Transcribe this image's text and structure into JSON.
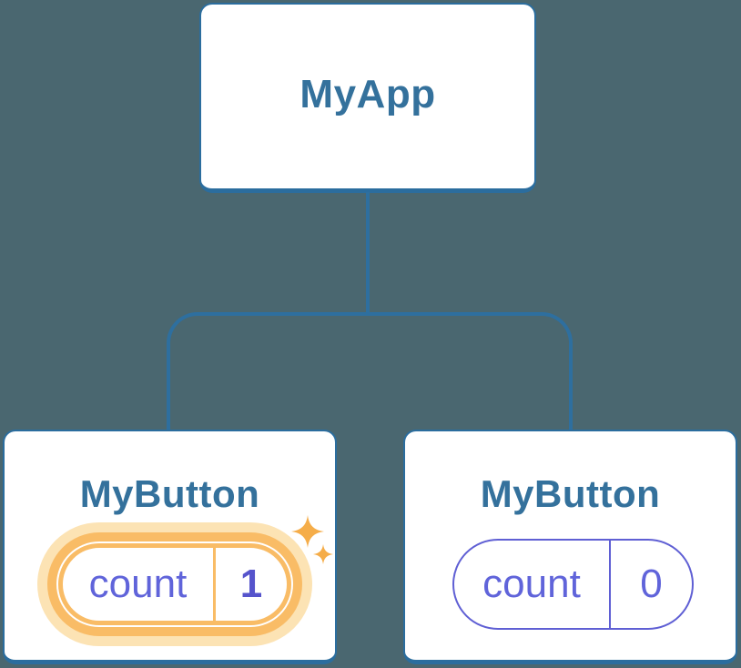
{
  "diagram_type": "react-component-tree",
  "tree": {
    "root": {
      "label": "MyApp"
    },
    "children": [
      {
        "label": "MyButton",
        "state": {
          "key": "count",
          "value": "1"
        },
        "highlighted": true
      },
      {
        "label": "MyButton",
        "state": {
          "key": "count",
          "value": "0"
        },
        "highlighted": false
      }
    ]
  },
  "icons": {
    "sparkle_large": "sparkle-icon",
    "sparkle_small": "sparkle-icon"
  },
  "colors": {
    "background": "#4a6770",
    "node_background": "#ffffff",
    "node_border": "#2b6d9e",
    "node_title": "#34719c",
    "connector": "#2e6f9f",
    "state_key_text": "#6064da",
    "state_value_text": "#5654cc",
    "state_pill_border_default": "#5f5fd4",
    "highlight_ring": "#f9bc66",
    "highlight_glow": "#fce3b4",
    "sparkle": "#f5ad49"
  }
}
